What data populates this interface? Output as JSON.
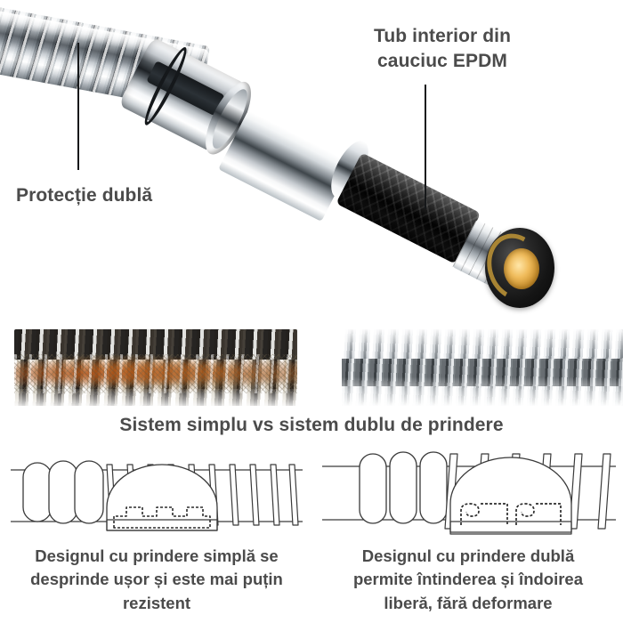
{
  "page": {
    "language": "Romanian",
    "background_color": "#ffffff",
    "text_color": "#4b4b4b"
  },
  "hero": {
    "label_inner_tube": "Tub interior din cauciuc EPDM",
    "label_inner_tube_lines": [
      "Tub interior din",
      "cauciuc EPDM"
    ],
    "label_double_protection": "Protecție dublă",
    "product_parts": [
      {
        "name": "flexible-chrome-hose",
        "color": "#c9ced3"
      },
      {
        "name": "chrome-connector-nut",
        "color": "#b9bfc4"
      },
      {
        "name": "chrome-shank",
        "color": "#d3d8dc"
      },
      {
        "name": "black-braided-epdm-tube",
        "color": "#161616"
      },
      {
        "name": "metal-ferrule",
        "color": "#a8aeb4"
      },
      {
        "name": "end-fitting-black-ring",
        "color": "#151515"
      },
      {
        "name": "brass-bore",
        "color": "#f0bc5c"
      }
    ]
  },
  "comparison": {
    "caption": "Sistem simplu vs sistem dublu de prindere",
    "photo_left": {
      "name": "corroded-single-lock-hose-photo",
      "description": "hose with rust and dirt buildup"
    },
    "photo_right": {
      "name": "clean-double-lock-hose-photo",
      "description": "clean chrome hose"
    }
  },
  "diagrams": {
    "left": {
      "name": "single-lock-profile-diagram",
      "lock_type": "single",
      "caption_lines": [
        "Designul cu prindere simplă se",
        "desprinde ușor și este mai puțin",
        "rezistent"
      ],
      "caption": "Designul cu prindere simplă se desprinde ușor și este mai puțin rezistent"
    },
    "right": {
      "name": "double-lock-profile-diagram",
      "lock_type": "double",
      "caption_lines": [
        "Designul cu prindere dublă",
        "permite întinderea și îndoirea",
        "liberă, fără deformare"
      ],
      "caption": "Designul cu prindere dublă permite întinderea și îndoirea liberă, fără deformare"
    }
  }
}
